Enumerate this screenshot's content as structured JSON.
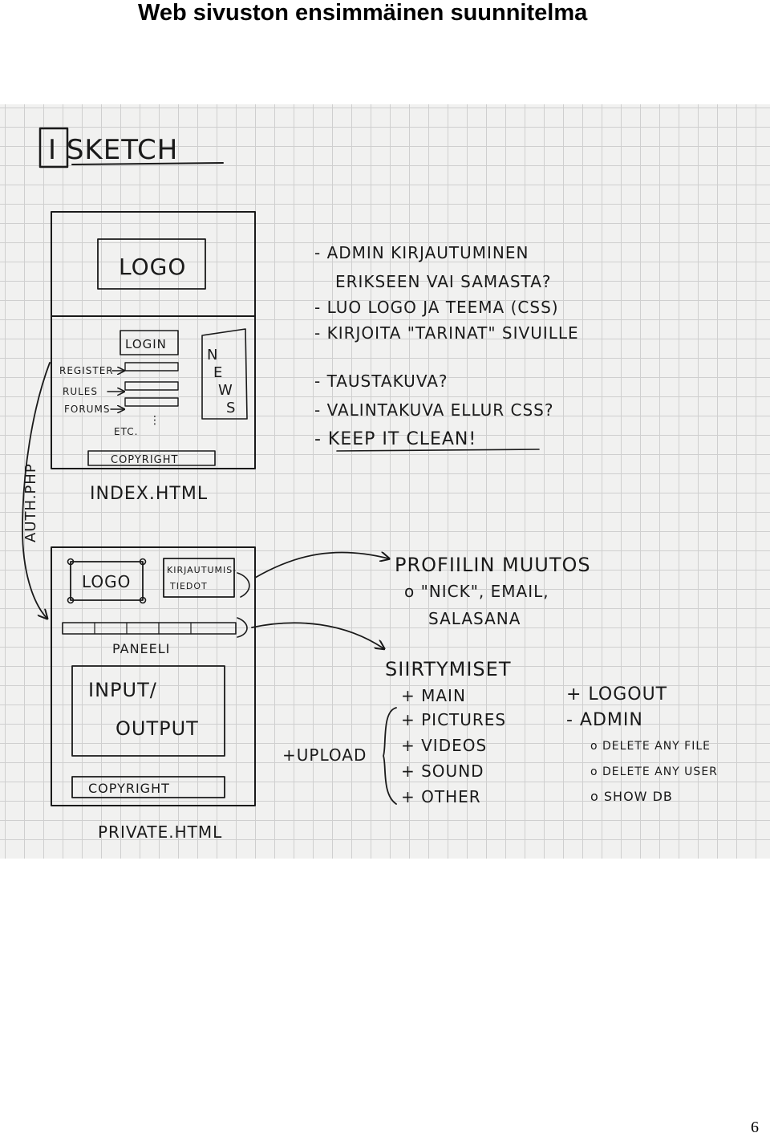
{
  "page": {
    "title": "Web sivuston ensimmäinen suunnitelma",
    "number": "6"
  },
  "sketch": {
    "heading": "I SKETCH",
    "index_mockup": {
      "logo": "LOGO",
      "login": "LOGIN",
      "links": [
        "REGISTER",
        "RULES",
        "FORUMS"
      ],
      "etc": "ETC.",
      "news": [
        "N",
        "E",
        "W",
        "S"
      ],
      "copyright": "COPYRIGHT",
      "filename": "INDEX.HTML"
    },
    "side_label": "AUTH.PHP",
    "private_mockup": {
      "logo": "LOGO",
      "login_info": [
        "KIRJAUTUMIS-",
        "TIEDOT"
      ],
      "panel": "PANEELI",
      "input_output": [
        "INPUT/",
        "OUTPUT"
      ],
      "copyright": "COPYRIGHT",
      "filename": "PRIVATE.HTML"
    },
    "notes": [
      "- ADMIN KIRJAUTUMINEN",
      "ERIKSEEN VAI SAMASTA?",
      "- LUO LOGO JA TEEMA (CSS)",
      "- KIRJOITA \"TARINAT\" SIVUILLE",
      "- TAUSTAKUVA?",
      "- VALINTAKUVA ELLUR CSS?",
      "- KEEP IT CLEAN!"
    ],
    "profile": {
      "title": "PROFIILIN MUUTOS",
      "items": [
        "o \"NICK\", EMAIL,",
        "SALASANA"
      ]
    },
    "navigation": {
      "title": "SIIRTYMISET",
      "main": "+ MAIN",
      "media": [
        "+ PICTURES",
        "+ VIDEOS",
        "+ SOUND",
        "+ OTHER"
      ],
      "upload": "+UPLOAD",
      "logout": "+ LOGOUT",
      "admin": "- ADMIN",
      "admin_items": [
        "o DELETE ANY FILE",
        "o DELETE ANY USER",
        "o SHOW DB"
      ]
    }
  }
}
